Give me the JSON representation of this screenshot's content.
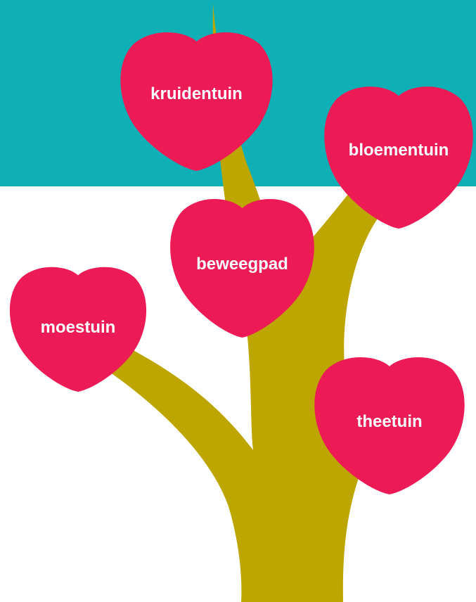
{
  "colors": {
    "band": "#0fb0b5",
    "trunk": "#bda600",
    "heart": "#ec1a55",
    "label": "#ffffff"
  },
  "hearts": [
    {
      "id": "kruidentuin",
      "label": "kruidentuin"
    },
    {
      "id": "bloementuin",
      "label": "bloementuin"
    },
    {
      "id": "beweegpad",
      "label": "beweegpad"
    },
    {
      "id": "moestuin",
      "label": "moestuin"
    },
    {
      "id": "theetuin",
      "label": "theetuin"
    }
  ]
}
